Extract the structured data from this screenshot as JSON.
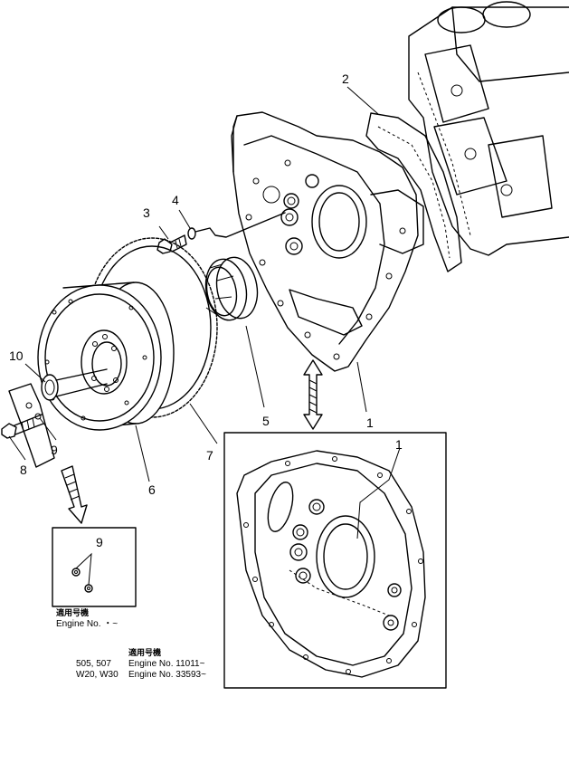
{
  "callouts": {
    "c1a": "1",
    "c1b": "1",
    "c2": "2",
    "c3": "3",
    "c4": "4",
    "c5": "5",
    "c6": "6",
    "c7": "7",
    "c8": "8",
    "c9a": "9",
    "c9b": "9",
    "c10": "10"
  },
  "notes": {
    "inset_jp": "適用号機",
    "inset_engine": "Engine No. ・~",
    "bottom_jp": "適用号機",
    "row1_models": "505, 507",
    "row1_engine": "Engine No. 11011~",
    "row2_models": "W20, W30",
    "row2_engine": "Engine No. 33593~"
  }
}
